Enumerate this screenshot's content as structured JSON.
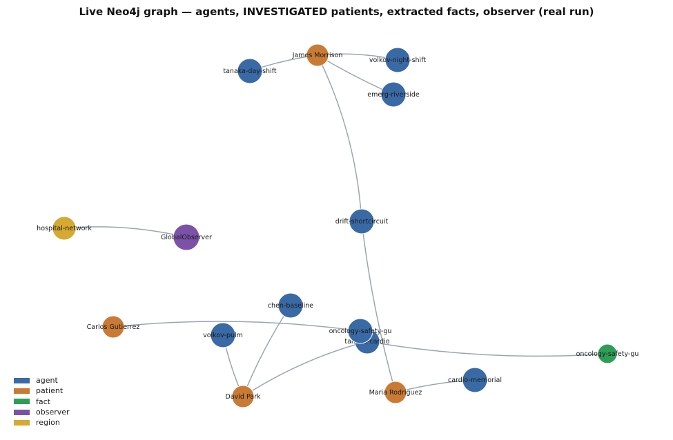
{
  "title": "Live Neo4j graph — agents, INVESTIGATED patients, extracted facts, observer (real run)",
  "colors": {
    "agent": "#3a6aa5",
    "patient": "#c97b35",
    "fact": "#2e9e57",
    "observer": "#7b52a8",
    "region": "#d4aa33",
    "edge": "#9aa5b4"
  },
  "legend": [
    {
      "key": "agent",
      "label": "agent"
    },
    {
      "key": "patient",
      "label": "patient"
    },
    {
      "key": "fact",
      "label": "fact"
    },
    {
      "key": "observer",
      "label": "observer"
    },
    {
      "key": "region",
      "label": "region"
    }
  ],
  "nodes": [
    {
      "id": "james",
      "label": "James Morrison",
      "type": "patient"
    },
    {
      "id": "tanaka-day",
      "label": "tanaka-day-shift",
      "type": "agent"
    },
    {
      "id": "volkov-night",
      "label": "volkov-night-shift",
      "type": "agent"
    },
    {
      "id": "emerg",
      "label": "emerg-riverside",
      "type": "agent"
    },
    {
      "id": "drift",
      "label": "drift-shortcircuit",
      "type": "agent"
    },
    {
      "id": "hospital",
      "label": "hospital-network",
      "type": "region"
    },
    {
      "id": "observer",
      "label": "GlobalObserver",
      "type": "observer"
    },
    {
      "id": "chen",
      "label": "chen-baseline",
      "type": "agent"
    },
    {
      "id": "carlos",
      "label": "Carlos Gutierrez",
      "type": "patient"
    },
    {
      "id": "volkov-pulm",
      "label": "volkov-pulm",
      "type": "agent"
    },
    {
      "id": "tanaka-cardio",
      "label": "tanaka-cardio",
      "type": "agent"
    },
    {
      "id": "onc-agent",
      "label": "oncology-safety-gu",
      "type": "agent"
    },
    {
      "id": "onc-fact",
      "label": "oncology-safety-gu",
      "type": "fact"
    },
    {
      "id": "cardio-mem",
      "label": "cardio-memorial",
      "type": "agent"
    },
    {
      "id": "maria",
      "label": "Maria Rodriguez",
      "type": "patient"
    },
    {
      "id": "david",
      "label": "David Park",
      "type": "patient"
    }
  ],
  "edges": [
    {
      "from": "james",
      "to": "tanaka-day"
    },
    {
      "from": "james",
      "to": "volkov-night"
    },
    {
      "from": "james",
      "to": "emerg"
    },
    {
      "from": "james",
      "to": "drift"
    },
    {
      "from": "hospital",
      "to": "observer"
    },
    {
      "from": "drift",
      "to": "maria"
    },
    {
      "from": "carlos",
      "to": "onc-agent"
    },
    {
      "from": "tanaka-cardio",
      "to": "onc-fact"
    },
    {
      "from": "maria",
      "to": "cardio-mem"
    },
    {
      "from": "chen",
      "to": "david"
    },
    {
      "from": "volkov-pulm",
      "to": "david"
    },
    {
      "from": "tanaka-cardio",
      "to": "david"
    }
  ]
}
